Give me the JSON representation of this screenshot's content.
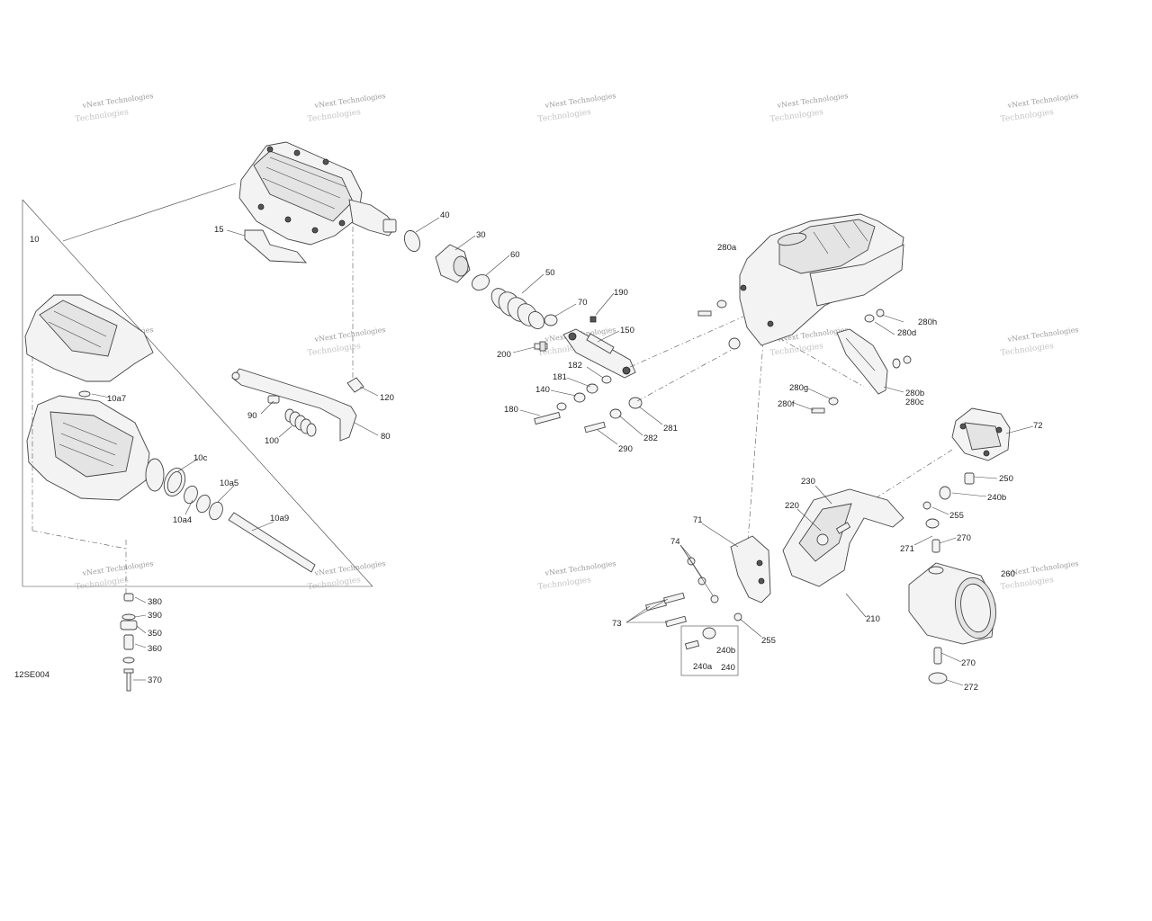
{
  "drawing": {
    "code": "12SE004",
    "watermark_line1": "vNext Technologies",
    "watermark_line2": "Technologies"
  },
  "callouts": {
    "c10": "10",
    "c15": "15",
    "c30": "30",
    "c40": "40",
    "c50": "50",
    "c60": "60",
    "c70": "70",
    "c71": "71",
    "c72": "72",
    "c73": "73",
    "c74": "74",
    "c80": "80",
    "c90": "90",
    "c100": "100",
    "c120": "120",
    "c140": "140",
    "c150": "150",
    "c180": "180",
    "c181": "181",
    "c182": "182",
    "c190": "190",
    "c200": "200",
    "c210": "210",
    "c220": "220",
    "c230": "230",
    "c240": "240",
    "c240a": "240a",
    "c240b": "240b",
    "c240b2": "240b",
    "c250": "250",
    "c255a": "255",
    "c255b": "255",
    "c260": "260",
    "c270a": "270",
    "c270b": "270",
    "c271": "271",
    "c272": "272",
    "c280a": "280a",
    "c280b": "280b",
    "c280c": "280c",
    "c280d": "280d",
    "c280f": "280f",
    "c280g": "280g",
    "c280h": "280h",
    "c281": "281",
    "c282": "282",
    "c290": "290",
    "c350": "350",
    "c360": "360",
    "c370": "370",
    "c380": "380",
    "c390": "390",
    "c10a4": "10a4",
    "c10a5": "10a5",
    "c10a7": "10a7",
    "c10a9": "10a9",
    "c10c": "10c"
  }
}
